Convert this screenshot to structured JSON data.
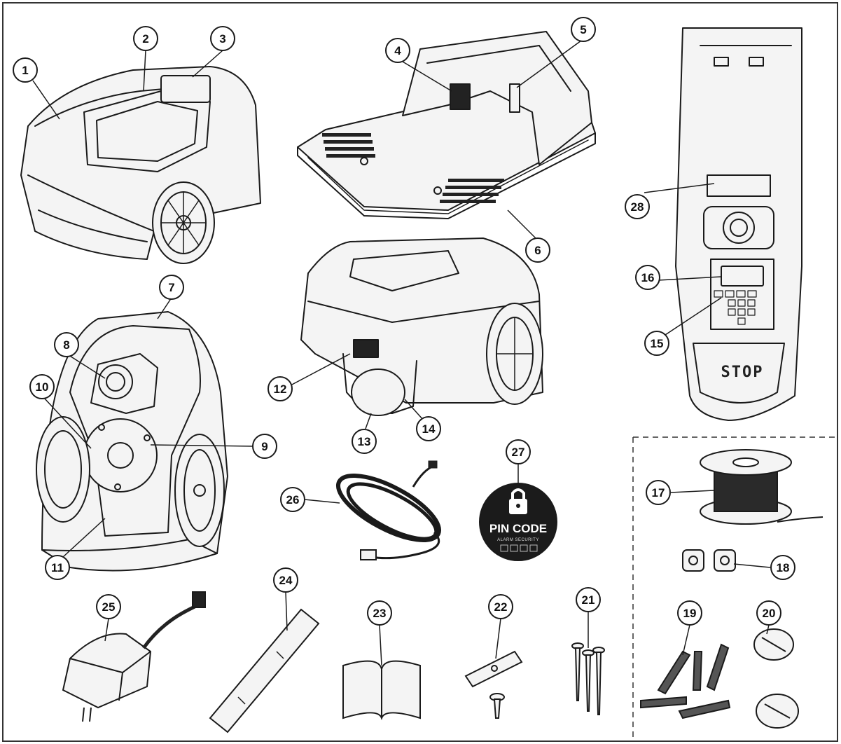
{
  "figure": {
    "pin_label": {
      "title": "PIN CODE",
      "subtitle": "ALARM SECURITY"
    },
    "remote_label": "STOP",
    "callouts": [
      "1",
      "2",
      "3",
      "4",
      "5",
      "6",
      "7",
      "8",
      "9",
      "10",
      "11",
      "12",
      "13",
      "14",
      "15",
      "16",
      "17",
      "18",
      "19",
      "20",
      "21",
      "22",
      "23",
      "24",
      "25",
      "26",
      "27",
      "28"
    ],
    "colors": {
      "line": "#1a1a1a",
      "fill": "#f4f4f4",
      "dark": "#1b1b1b"
    }
  }
}
